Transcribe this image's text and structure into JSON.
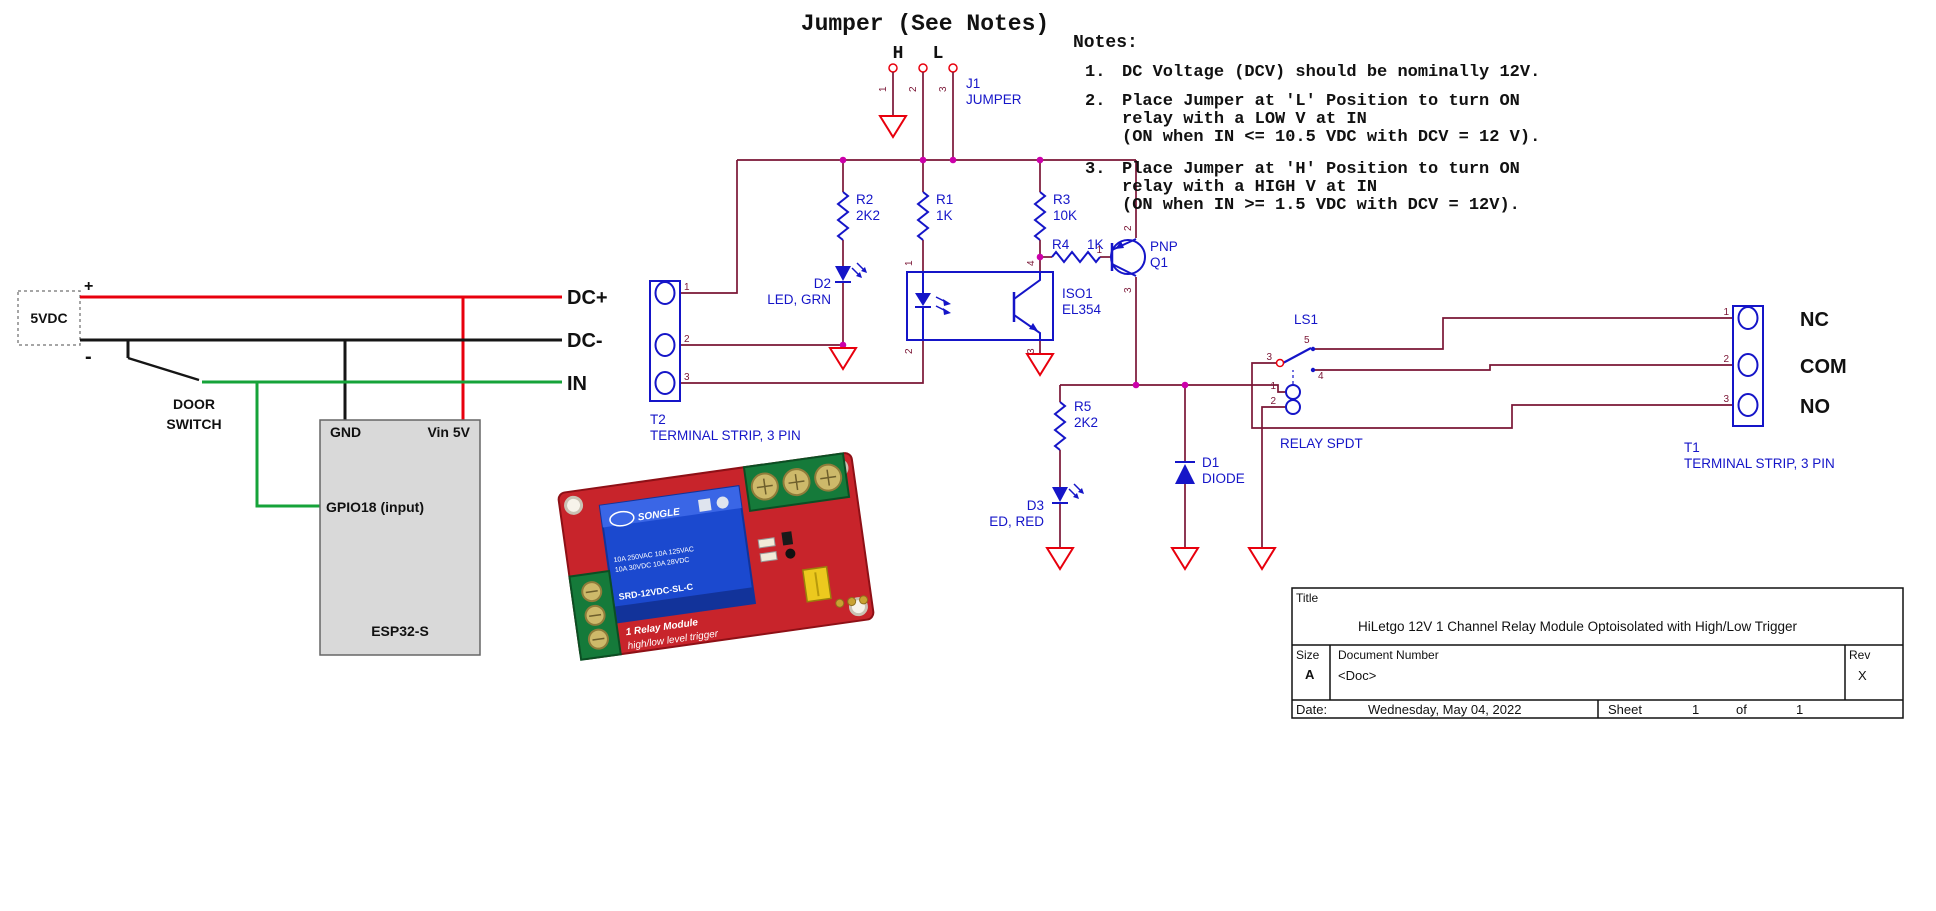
{
  "colors": {
    "wire": "#7a1535",
    "component_blue": "#1515c8",
    "power_red": "#e8000d",
    "signal_green": "#16a339",
    "junction_magenta": "#cc00aa",
    "esp32_fill": "#d9d9d9",
    "board_red": "#c8242b",
    "relay_blue": "#1b49cf"
  },
  "jumper": {
    "title": "Jumper  (See Notes)",
    "h": "H",
    "l": "L",
    "ref": "J1",
    "name": "JUMPER"
  },
  "power": {
    "plus": "+",
    "minus": "-",
    "source": "5VDC",
    "dc_plus": "DC+",
    "dc_minus": "DC-",
    "in_label": "IN",
    "door_line1": "DOOR",
    "door_line2": "SWITCH"
  },
  "esp32": {
    "gnd": "GND",
    "vin": "Vin 5V",
    "gpio": "GPIO18 (input)",
    "name": "ESP32-S"
  },
  "components": {
    "r1": {
      "ref": "R1",
      "val": "1K"
    },
    "r2": {
      "ref": "R2",
      "val": "2K2"
    },
    "r3": {
      "ref": "R3",
      "val": "10K"
    },
    "r4": {
      "ref": "R4",
      "val": "1K"
    },
    "r5": {
      "ref": "R5",
      "val": "2K2"
    },
    "d1": {
      "ref": "D1",
      "val": "DIODE"
    },
    "d2": {
      "ref": "D2",
      "val": "LED, GRN"
    },
    "d3": {
      "ref": "D3",
      "val": "ED, RED"
    },
    "iso1": {
      "ref": "ISO1",
      "val": "EL354"
    },
    "q1": {
      "ref": "PNP",
      "val": "Q1"
    },
    "ls1": {
      "ref": "LS1",
      "val": "RELAY SPDT"
    },
    "t1": {
      "ref": "T1",
      "val": "TERMINAL STRIP, 3 PIN"
    },
    "t2": {
      "ref": "T2",
      "val": "TERMINAL STRIP, 3 PIN"
    }
  },
  "contacts": {
    "nc": "NC",
    "com": "COM",
    "no": "NO"
  },
  "pins": {
    "j1": [
      "1",
      "2",
      "3"
    ],
    "t2": [
      "1",
      "2",
      "3"
    ],
    "t1": [
      "1",
      "2",
      "3"
    ],
    "iso1": [
      "1",
      "2",
      "4",
      "3"
    ],
    "q1": [
      "1",
      "2",
      "3"
    ],
    "ls1": [
      "3",
      "5",
      "4",
      "1",
      "2"
    ]
  },
  "notes": {
    "heading": "Notes:",
    "items": [
      {
        "num": "1.",
        "lines": [
          "DC Voltage (DCV) should be nominally 12V."
        ]
      },
      {
        "num": "2.",
        "lines": [
          "Place Jumper at 'L' Position to turn ON",
          "relay with a LOW V at IN",
          "(ON when IN <= 10.5 VDC with DCV = 12 V)."
        ]
      },
      {
        "num": "3.",
        "lines": [
          "Place Jumper at 'H' Position to turn ON",
          "relay with a HIGH V at IN",
          "(ON when IN >= 1.5 VDC with DCV = 12V)."
        ]
      }
    ]
  },
  "titleblock": {
    "title_label": "Title",
    "title": "HiLetgo 12V 1 Channel Relay Module Optoisolated with High/Low Trigger",
    "size_label": "Size",
    "size": "A",
    "doc_label": "Document Number",
    "doc": "<Doc>",
    "rev_label": "Rev",
    "rev": "X",
    "date_label": "Date:",
    "date": "Wednesday, May 04, 2022",
    "sheet_label": "Sheet",
    "sheet": "1",
    "of": "of",
    "total": "1"
  },
  "photo": {
    "brand": "SONGLE",
    "spec1": "10A 250VAC 10A 125VAC",
    "spec2": "10A 30VDC 10A 28VDC",
    "model": "SRD-12VDC-SL-C",
    "board_line1": "1 Relay Module",
    "board_line2": "high/low level trigger"
  }
}
